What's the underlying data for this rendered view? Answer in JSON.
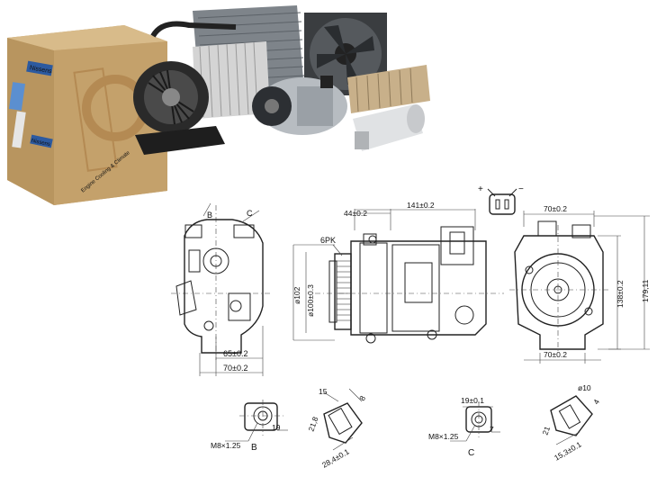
{
  "box_brand": "Nissens",
  "box_label_vertical": "Nissens",
  "box_slogan": "Engine Cooling & Climate",
  "views": {
    "front": {
      "label_B": "B",
      "label_C": "C",
      "dim_65": "65±0.2",
      "dim_70": "70±0.2"
    },
    "side": {
      "dim_44": "44±0.2",
      "dim_141": "141±0.2",
      "label_6pk": "6PK",
      "dim_d100": "ø100±0.3",
      "dim_d102": "ø102",
      "conn_plus": "+",
      "conn_minus": "−"
    },
    "rear": {
      "dim_70_top": "70±0.2",
      "dim_138": "138±0.2",
      "dim_179": "179,11",
      "dim_70_bottom": "70±0.2"
    }
  },
  "details": {
    "B": {
      "label": "B",
      "thread": "M8×1.25",
      "dim_19": "19"
    },
    "B_section": {
      "d15": "15",
      "d8": "8",
      "d21_8": "21,8",
      "d284": "28,4±0.1"
    },
    "C": {
      "label": "C",
      "thread": "M8×1.25",
      "d19": "19±0.1",
      "d7": "7"
    },
    "C_section": {
      "d10": "ø10",
      "d4": "4",
      "d21": "21",
      "d153": "15,3±0.1"
    }
  },
  "colors": {
    "line": "#222222",
    "box_cardboard": "#c9a874",
    "box_dark": "#a8834f",
    "metal": "#9aa0a6"
  }
}
